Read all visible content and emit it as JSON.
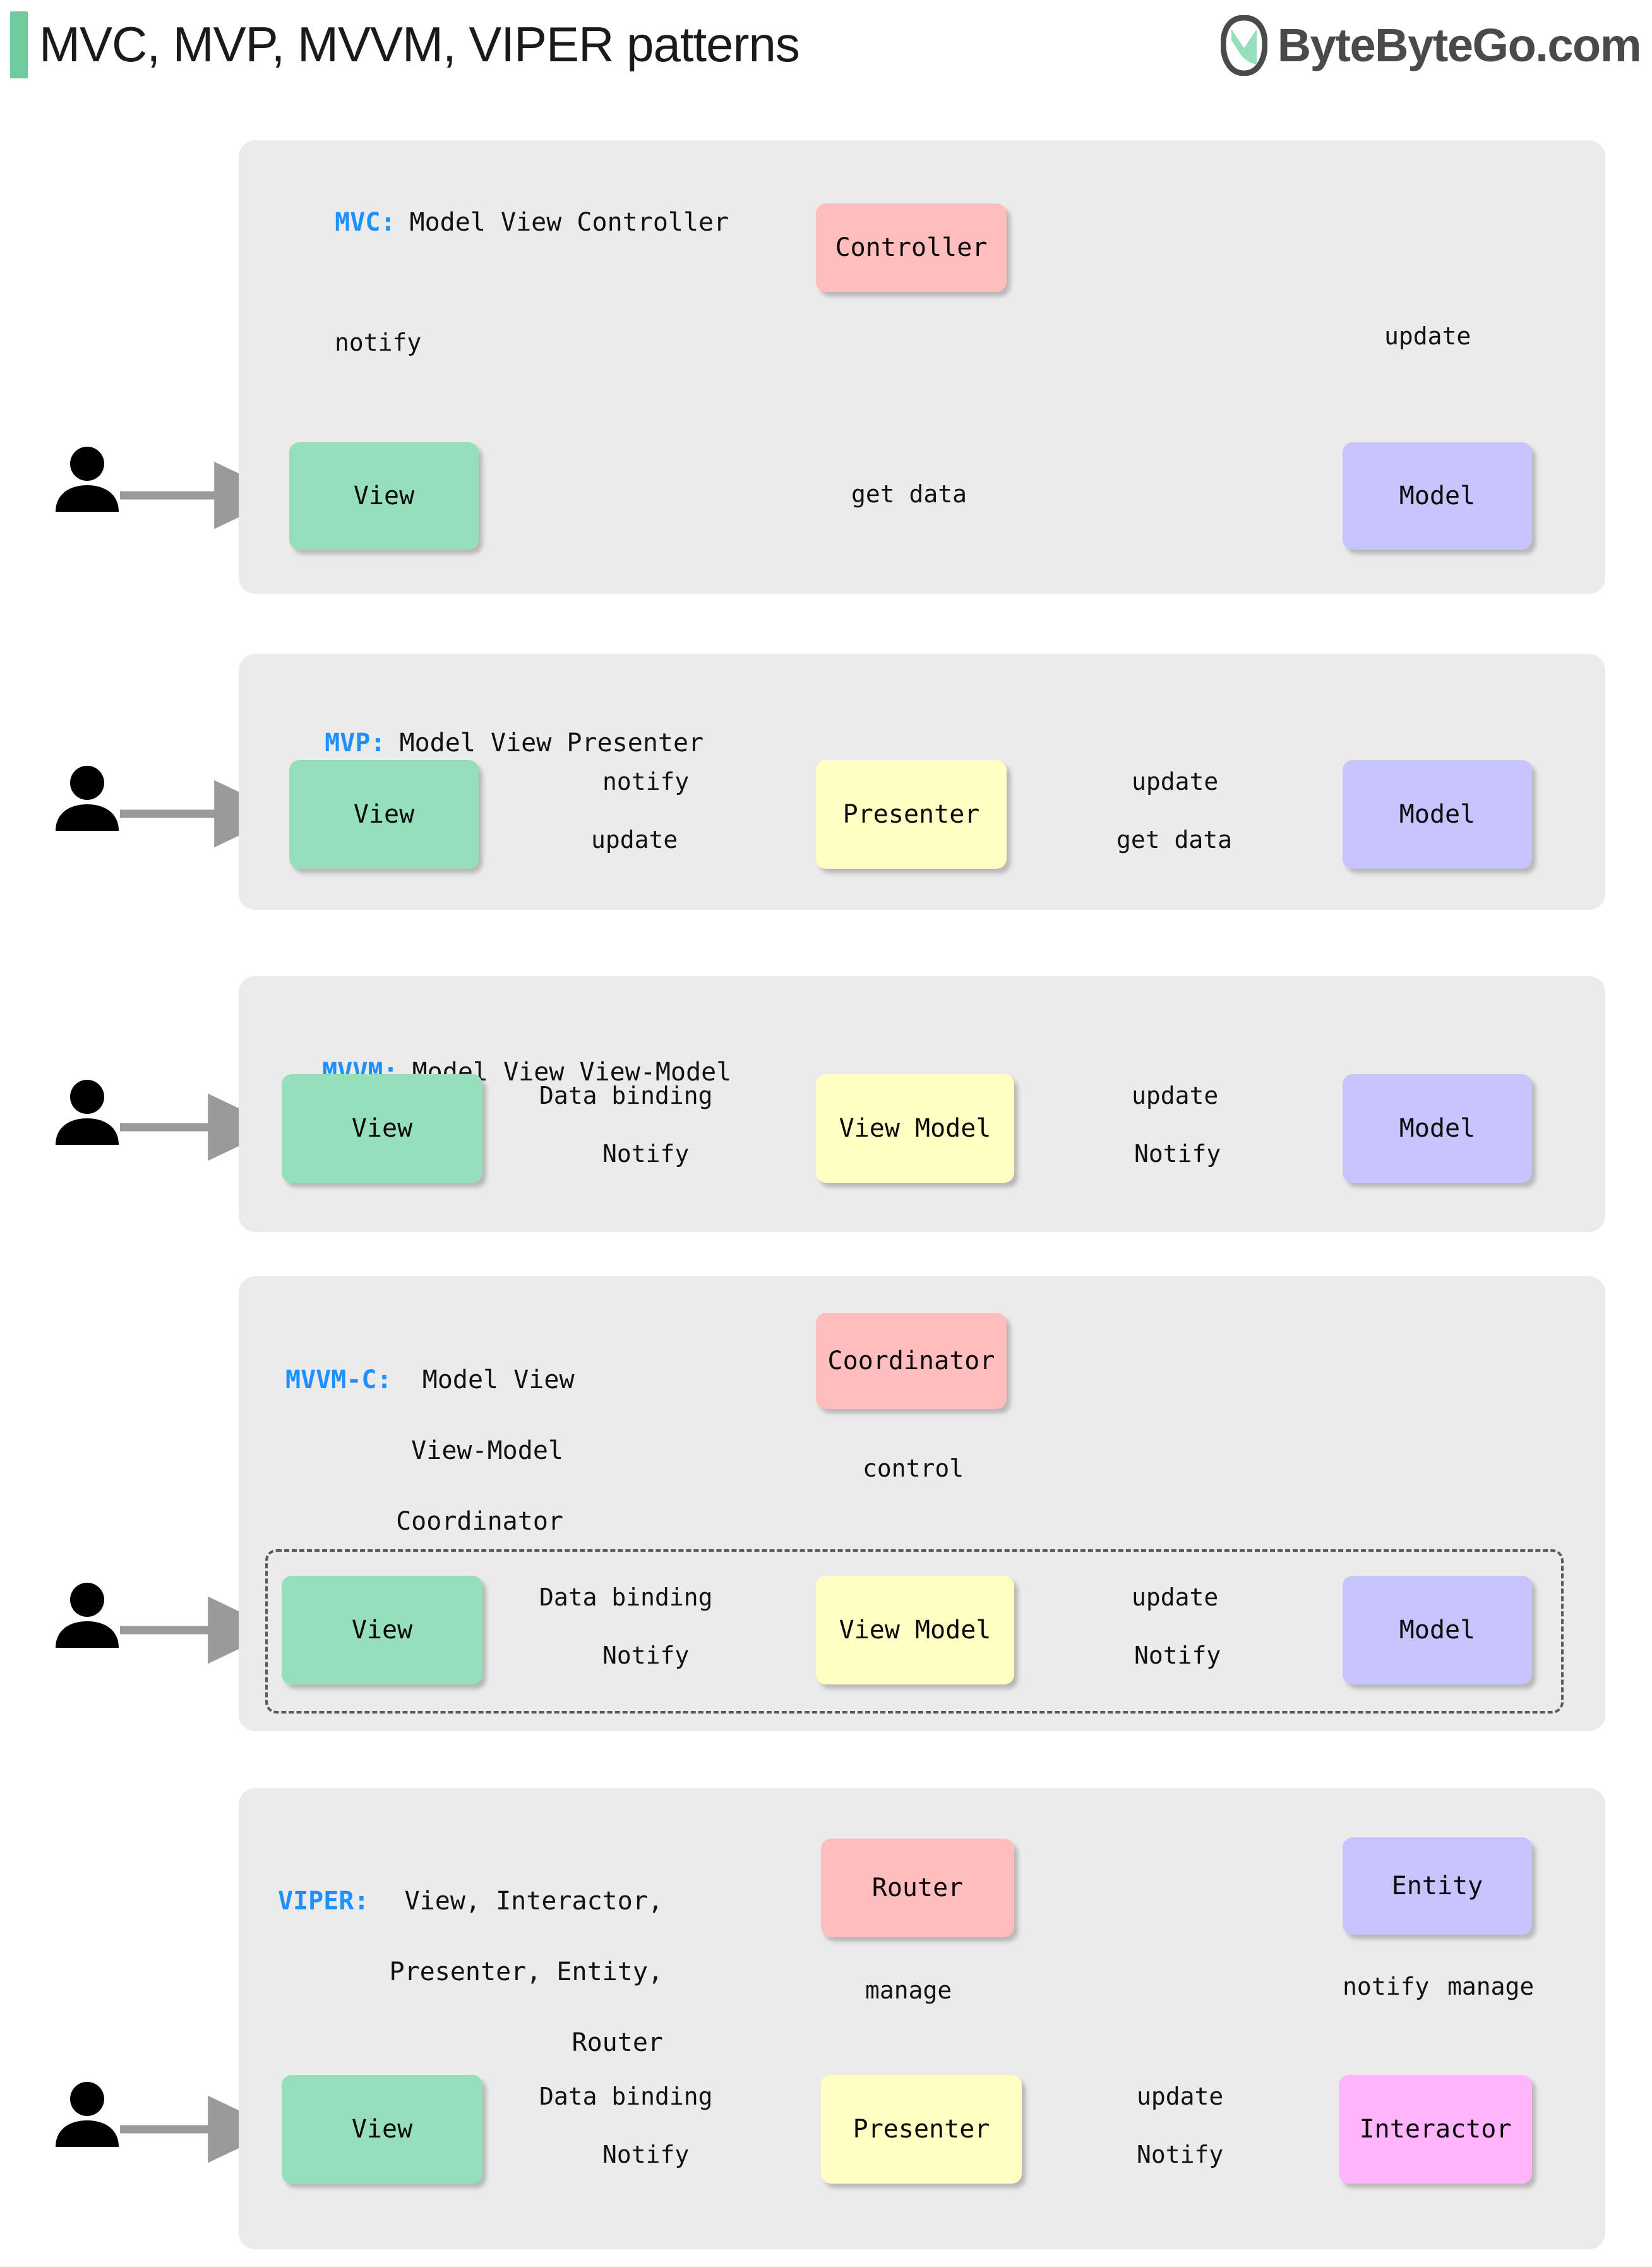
{
  "header": {
    "accent_color": "#6ECB9D",
    "title": "MVC, MVP, MVVM, VIPER patterns",
    "brand_text": "ByteByteGo.com",
    "brand_logo_icon": "bytebytego-leaf-icon"
  },
  "colors": {
    "panel_bg": "#EBEBEB",
    "view_green": "#96DFBC",
    "model_purple": "#C7C3FD",
    "controller_pink": "#FFBDBD",
    "presenter_yellow": "#FFFFC3",
    "interactor_magenta": "#FFB5FB",
    "arrow_gray": "#9A9A9A",
    "key_blue": "#1E90FF",
    "dash_gray": "#5A5A5A"
  },
  "sections": [
    {
      "id": "mvc",
      "key": "MVC:",
      "expansion": "Model View Controller",
      "nodes": [
        {
          "name": "view",
          "label": "View"
        },
        {
          "name": "controller",
          "label": "Controller"
        },
        {
          "name": "model",
          "label": "Model"
        }
      ],
      "edges": [
        {
          "from": "user",
          "to": "view",
          "label": ""
        },
        {
          "from": "view",
          "to": "controller",
          "label": "notify"
        },
        {
          "from": "controller",
          "to": "model",
          "label": "update"
        },
        {
          "from": "model",
          "to": "view",
          "label": "get data"
        }
      ]
    },
    {
      "id": "mvp",
      "key": "MVP:",
      "expansion": "Model View Presenter",
      "nodes": [
        {
          "name": "view",
          "label": "View"
        },
        {
          "name": "presenter",
          "label": "Presenter"
        },
        {
          "name": "model",
          "label": "Model"
        }
      ],
      "edges": [
        {
          "from": "user",
          "to": "view",
          "label": ""
        },
        {
          "from": "view",
          "to": "presenter",
          "label": "notify"
        },
        {
          "from": "presenter",
          "to": "model",
          "label": "update"
        },
        {
          "from": "model",
          "to": "presenter",
          "label": "get data"
        },
        {
          "from": "presenter",
          "to": "view",
          "label": "update"
        }
      ]
    },
    {
      "id": "mvvm",
      "key": "MVVM:",
      "expansion": "Model View View-Model",
      "nodes": [
        {
          "name": "view",
          "label": "View"
        },
        {
          "name": "viewmodel",
          "label": "View Model"
        },
        {
          "name": "model",
          "label": "Model"
        }
      ],
      "edges": [
        {
          "from": "user",
          "to": "view",
          "label": ""
        },
        {
          "from": "view",
          "to": "viewmodel",
          "label": "Data binding"
        },
        {
          "from": "viewmodel",
          "to": "model",
          "label": "update"
        },
        {
          "from": "model",
          "to": "viewmodel",
          "label": "Notify",
          "style": "dashed"
        },
        {
          "from": "viewmodel",
          "to": "view",
          "label": "Notify",
          "style": "dashed"
        }
      ]
    },
    {
      "id": "mvvm-c",
      "key": "MVVM-C:",
      "expansion_lines": [
        "Model View",
        "View-Model",
        "Coordinator"
      ],
      "nodes": [
        {
          "name": "coordinator",
          "label": "Coordinator"
        },
        {
          "name": "view",
          "label": "View"
        },
        {
          "name": "viewmodel",
          "label": "View Model"
        },
        {
          "name": "model",
          "label": "Model"
        }
      ],
      "edges": [
        {
          "from": "coordinator",
          "to": "group",
          "label": "control"
        },
        {
          "from": "user",
          "to": "view",
          "label": ""
        },
        {
          "from": "view",
          "to": "viewmodel",
          "label": "Data binding"
        },
        {
          "from": "viewmodel",
          "to": "model",
          "label": "update"
        },
        {
          "from": "model",
          "to": "viewmodel",
          "label": "Notify",
          "style": "dashed"
        },
        {
          "from": "viewmodel",
          "to": "view",
          "label": "Notify",
          "style": "dashed"
        }
      ]
    },
    {
      "id": "viper",
      "key": "VIPER:",
      "expansion_lines": [
        "View, Interactor,",
        "Presenter, Entity,",
        "Router"
      ],
      "nodes": [
        {
          "name": "router",
          "label": "Router"
        },
        {
          "name": "entity",
          "label": "Entity"
        },
        {
          "name": "view",
          "label": "View"
        },
        {
          "name": "presenter",
          "label": "Presenter"
        },
        {
          "name": "interactor",
          "label": "Interactor"
        }
      ],
      "edges": [
        {
          "from": "user",
          "to": "view",
          "label": ""
        },
        {
          "from": "router",
          "to": "presenter",
          "label": "manage"
        },
        {
          "from": "entity",
          "to": "interactor",
          "label": "notify"
        },
        {
          "from": "interactor",
          "to": "entity",
          "label": "manage"
        },
        {
          "from": "view",
          "to": "presenter",
          "label": "Data binding"
        },
        {
          "from": "presenter",
          "to": "interactor",
          "label": "update"
        },
        {
          "from": "interactor",
          "to": "presenter",
          "label": "Notify",
          "style": "dashed"
        },
        {
          "from": "presenter",
          "to": "view",
          "label": "Notify",
          "style": "dashed"
        }
      ]
    }
  ]
}
